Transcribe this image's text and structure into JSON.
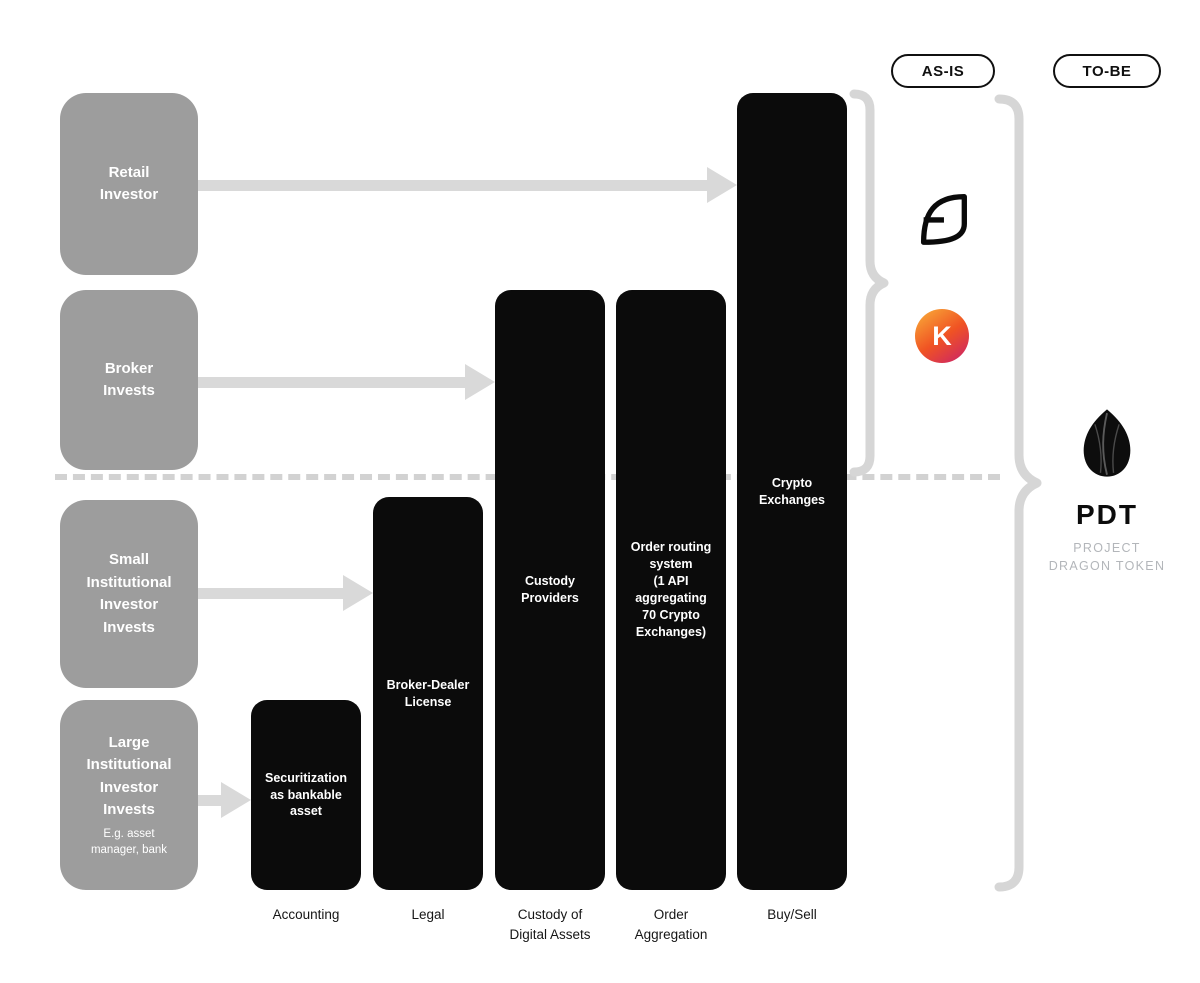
{
  "colors": {
    "investor_box": "#9d9d9d",
    "arrow": "#d9d9d9",
    "bar": "#0b0b0b",
    "dashed_line": "#d2d2d2",
    "kraken_gradient": [
      "#f9b23a",
      "#f05323",
      "#c81f6e"
    ],
    "pdt_subtitle": "#b3b6ba"
  },
  "badges": {
    "as_is": "AS-IS",
    "to_be": "TO-BE"
  },
  "investors": [
    {
      "label": "Retail\nInvestor"
    },
    {
      "label": "Broker\nInvests"
    },
    {
      "label": "Small\nInstitutional\nInvestor\nInvests"
    },
    {
      "label": "Large\nInstitutional\nInvestor\nInvests",
      "sublabel": "E.g. asset\nmanager, bank"
    }
  ],
  "bars": [
    {
      "label": "Securitization\nas bankable\nasset",
      "caption": "Accounting"
    },
    {
      "label": "Broker-Dealer\nLicense",
      "caption": "Legal"
    },
    {
      "label": "Custody\nProviders",
      "caption": "Custody of\nDigital Assets"
    },
    {
      "label": "Order routing\nsystem\n(1 API\naggregating\n70 Crypto\nExchanges)",
      "caption": "Order\nAggregation"
    },
    {
      "label": "Crypto\nExchanges",
      "caption": "Buy/Sell"
    }
  ],
  "logos": {
    "f_logo": "f-exchange-logo",
    "kraken_letter": "K"
  },
  "pdt": {
    "title": "PDT",
    "subtitle": "PROJECT\nDRAGON TOKEN"
  }
}
